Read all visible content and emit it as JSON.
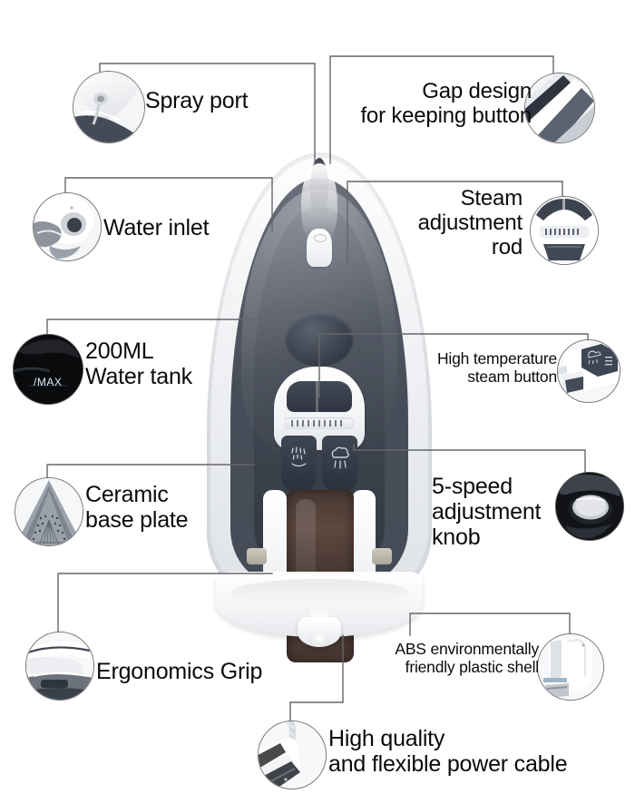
{
  "diagram": {
    "title": "Steam Iron Feature Callout Diagram",
    "subject": "electric steam iron, top view",
    "line_color": "#666666",
    "background": "#ffffff"
  },
  "callouts": [
    {
      "id": "spray-port",
      "label": "Spray port",
      "icon": "spray-port-photo",
      "side": "left",
      "lines": 1
    },
    {
      "id": "gap-design",
      "label": "Gap design\nfor keeping button",
      "icon": "gap-design-photo",
      "side": "right",
      "lines": 2
    },
    {
      "id": "water-inlet",
      "label": "Water inlet",
      "icon": "water-inlet-photo",
      "side": "left",
      "lines": 1
    },
    {
      "id": "steam-adjustment-rod",
      "label": "Steam\nadjustment\nrod",
      "icon": "steam-adjustment-rod-photo",
      "side": "right",
      "lines": 3
    },
    {
      "id": "water-tank",
      "label": "200ML\nWater tank",
      "badge": "MAX",
      "icon": "water-tank-photo",
      "side": "left",
      "lines": 2
    },
    {
      "id": "high-temperature-steam-button",
      "label": "High temperature\nsteam button",
      "icon": "high-temperature-steam-button-photo",
      "side": "right",
      "lines": 2
    },
    {
      "id": "ceramic-base-plate",
      "label": "Ceramic\nbase plate",
      "icon": "ceramic-base-plate-photo",
      "side": "left",
      "lines": 2
    },
    {
      "id": "speed-adjustment-knob",
      "label": "5-speed\nadjustment\nknob",
      "icon": "speed-adjustment-knob-photo",
      "side": "right",
      "lines": 3
    },
    {
      "id": "ergonomics-grip",
      "label": "Ergonomics Grip",
      "icon": "ergonomics-grip-photo",
      "side": "left",
      "lines": 1
    },
    {
      "id": "abs-plastic-shell",
      "label": "ABS environmentally\nfriendly plastic shell",
      "icon": "abs-plastic-shell-photo",
      "side": "right",
      "lines": 2
    },
    {
      "id": "power-cable",
      "label": "High quality\nand flexible power cable",
      "icon": "power-cable-photo",
      "side": "bottom",
      "lines": 2
    }
  ],
  "product": {
    "name": "steam-iron",
    "parts": [
      "spray-nozzle",
      "thermostat-dial",
      "steam-adjustment-rod",
      "ribbed-slider",
      "spray-button",
      "burst-steam-button",
      "wood-grain-handle",
      "water-tank-window",
      "heel-base",
      "cable-strain-relief-boot"
    ],
    "colors": {
      "shell": "#ffffff",
      "tank": "#4d5460",
      "buttons": "#343b46",
      "handle": "#4a3a33",
      "accent_metal": "#ada79b"
    }
  }
}
